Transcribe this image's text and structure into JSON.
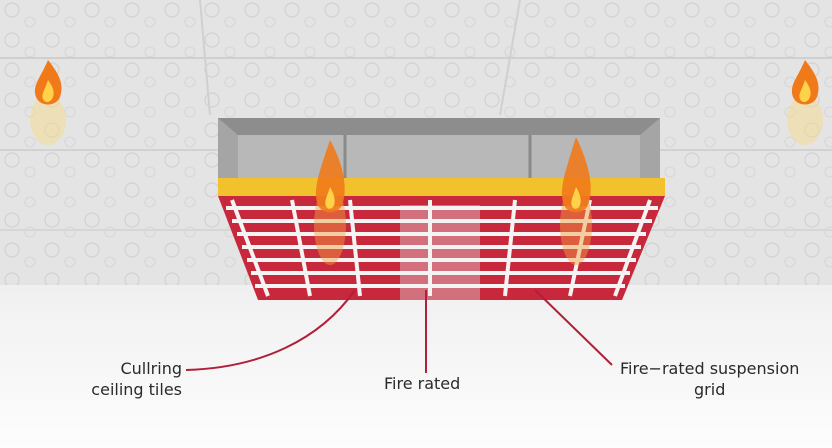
{
  "labels": {
    "left": {
      "line1": "Cullring",
      "line2": "ceiling tiles"
    },
    "center": "Fire rated",
    "right": {
      "line1": "Fire−rated suspension",
      "line2": "grid"
    }
  },
  "colors": {
    "ceiling": "#e6e6e6",
    "floor": "#fbfbfb",
    "panel_red": "#c8283c",
    "band_yellow": "#f2c12e",
    "grid_white": "#f4f4f4",
    "housing_gray": "#9a9a9a",
    "leader_line": "#b0203a",
    "flame": "#f07a1a"
  }
}
